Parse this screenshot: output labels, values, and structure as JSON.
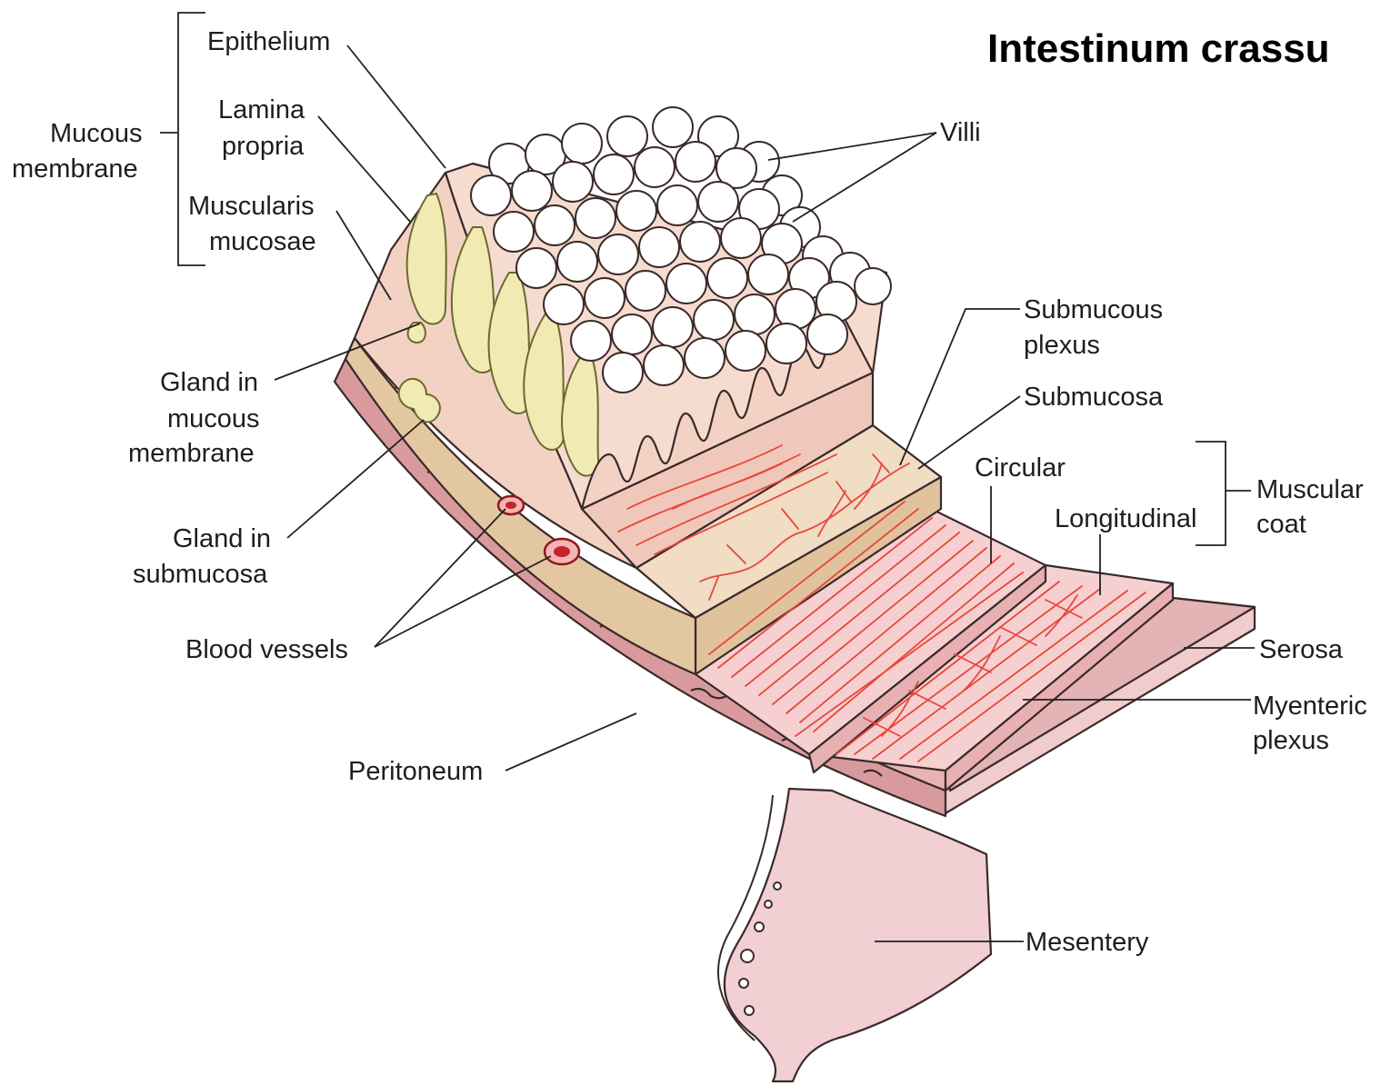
{
  "title": "Intestinum crassu",
  "labels": {
    "epithelium": "Epithelium",
    "lamina_1": "Lamina",
    "lamina_2": "propria",
    "muscularis_1": "Muscularis",
    "muscularis_2": "mucosae",
    "mucous_membrane_1": "Mucous",
    "mucous_membrane_2": "membrane",
    "villi": "Villi",
    "gland_mucous_1": "Gland in",
    "gland_mucous_2": "mucous",
    "gland_mucous_3": "membrane",
    "gland_sub_1": "Gland in",
    "gland_sub_2": "submucosa",
    "blood_vessels": "Blood vessels",
    "peritoneum": "Peritoneum",
    "submucous_plexus_1": "Submucous",
    "submucous_plexus_2": "plexus",
    "submucosa": "Submucosa",
    "circular": "Circular",
    "longitudinal": "Longitudinal",
    "muscular_coat_1": "Muscular",
    "muscular_coat_2": "coat",
    "serosa": "Serosa",
    "myenteric_1": "Myenteric",
    "myenteric_2": "plexus",
    "mesentery": "Mesentery"
  },
  "colors": {
    "mucosa": "#f3d2c4",
    "submucosa": "#e6c9a3",
    "muscle": "#f4c6c6",
    "serosa": "#e9b6b6",
    "outer_wall": "#d99a9e",
    "villus": "#ffffff",
    "gland": "#efe8a8",
    "fiber": "#e8473c",
    "vessel": "#c0262c"
  }
}
